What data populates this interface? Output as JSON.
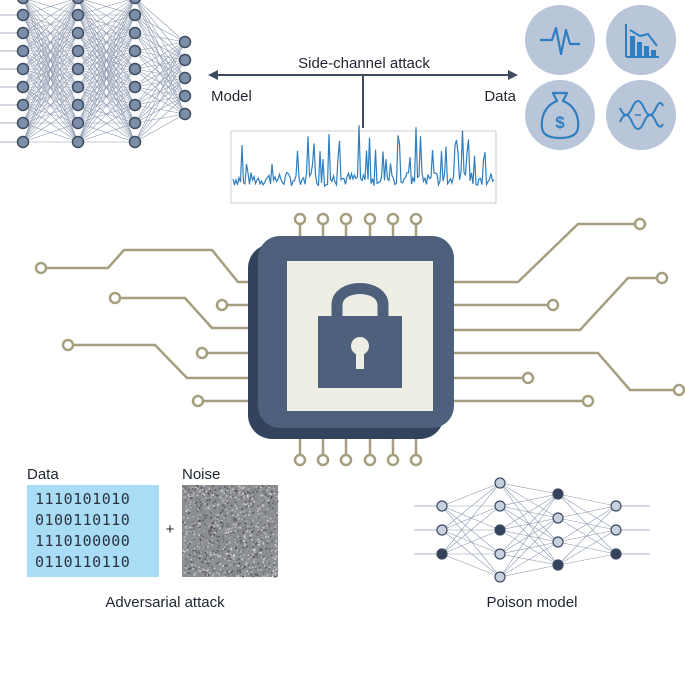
{
  "side_channel": {
    "title": "Side-channel attack",
    "left_label": "Model",
    "right_label": "Data"
  },
  "data_icons": [
    "waveform-icon",
    "bar-chart-icon",
    "money-bag-icon",
    "dna-icon"
  ],
  "chip": {
    "icon": "padlock-icon"
  },
  "adversarial": {
    "data_label": "Data",
    "noise_label": "Noise",
    "plus": "+",
    "bits": [
      "1110101010",
      "0100110110",
      "1110100000",
      "0110110110"
    ],
    "caption": "Adversarial attack"
  },
  "poison": {
    "caption": "Poison model"
  },
  "colors": {
    "accent_blue": "#2f7fc0",
    "chip_dark": "#34435d",
    "chip_mid": "#4f607d",
    "chip_face": "#efeee5",
    "wire": "#a59f80",
    "node_fill": "#7d8fa8",
    "icon_circle": "#b9c5d8",
    "bits_bg": "#a9dcf5"
  }
}
